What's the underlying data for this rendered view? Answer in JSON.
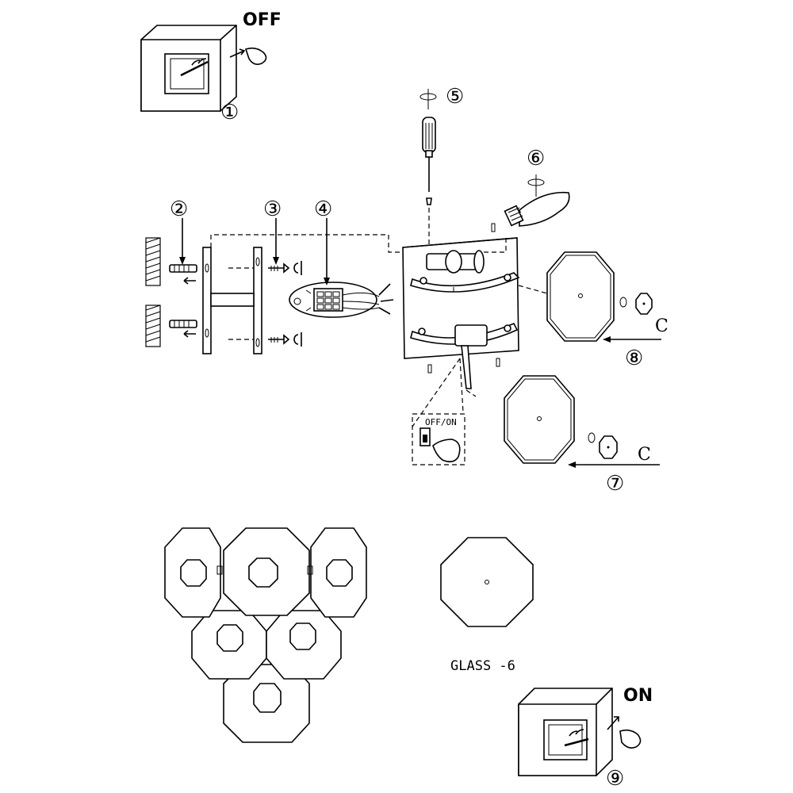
{
  "labels": {
    "off": "OFF",
    "on": "ON",
    "off_on": "OFF/ON",
    "glass": "GLASS -6",
    "c_top": "C",
    "c_bottom": "C"
  },
  "steps": {
    "s1": "①",
    "s2": "②",
    "s3": "③",
    "s4": "④",
    "s5": "⑤",
    "s6": "⑥",
    "s7": "⑦",
    "s8": "⑧",
    "s9": "⑨"
  }
}
